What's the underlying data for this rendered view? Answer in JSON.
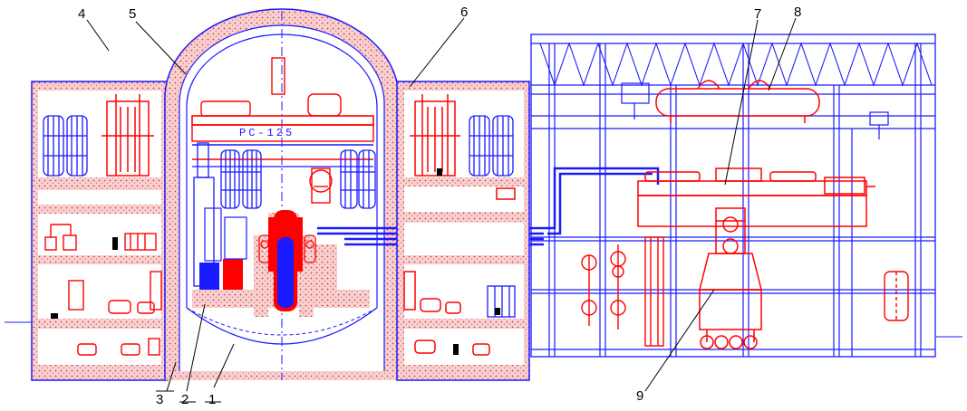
{
  "diagram": {
    "crane_label": "РС-125",
    "callouts": [
      {
        "id": "1",
        "text": "1"
      },
      {
        "id": "2",
        "text": "2"
      },
      {
        "id": "3",
        "text": "3"
      },
      {
        "id": "4",
        "text": "4"
      },
      {
        "id": "5",
        "text": "5"
      },
      {
        "id": "6",
        "text": "6"
      },
      {
        "id": "7",
        "text": "7"
      },
      {
        "id": "8",
        "text": "8"
      },
      {
        "id": "9",
        "text": "9"
      }
    ],
    "colors": {
      "structure": "#1a1aff",
      "equipment": "#ff0000",
      "concrete_fill": "#f3c6c6",
      "concrete_dots": "#e04a4a",
      "water": "#1a1aff"
    }
  }
}
